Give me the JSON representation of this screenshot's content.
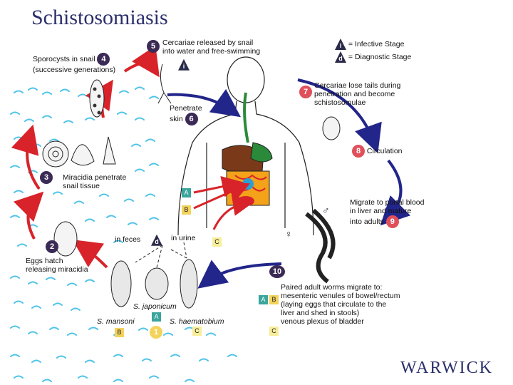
{
  "title": "Schistosomiasis",
  "legend": {
    "infective_symbol": "i",
    "infective": "= Infective Stage",
    "diagnostic_symbol": "d",
    "diagnostic": "= Diagnostic Stage"
  },
  "steps": {
    "s1": {
      "num": "1"
    },
    "s2": {
      "num": "2",
      "line1": "Eggs hatch",
      "line2": "releasing miracidia"
    },
    "s3": {
      "num": "3",
      "line1": "Miracidia penetrate",
      "line2": "snail tissue"
    },
    "s4": {
      "num": "4",
      "line1": "Sporocysts in snail",
      "line2": "(successive generations)"
    },
    "s5": {
      "num": "5",
      "line1": "Cercariae released by snail",
      "line2": "into water and free-swimming"
    },
    "s6": {
      "num": "6",
      "line1": "Penetrate",
      "line2": "skin"
    },
    "s7": {
      "num": "7",
      "line1": "Cercariae lose tails during",
      "line2": "penetration and become",
      "line3": "schistosomulae"
    },
    "s8": {
      "num": "8",
      "line1": "Circulation"
    },
    "s9": {
      "num": "9",
      "line1": "Migrate to portal blood",
      "line2": "in liver and mature",
      "line3": "into adults"
    },
    "s10": {
      "num": "10",
      "line1": "Paired adult worms migrate to:",
      "line2": "mesenteric venules of bowel/rectum",
      "line3": "(laying eggs that circulate to the",
      "line4": "liver and shed in stools)",
      "line5": "venous plexus of bladder"
    }
  },
  "eggs": {
    "in_feces": "in feces",
    "in_urine": "in urine",
    "mansoni": "S. mansoni",
    "japonicum": "S. japonicum",
    "haematobium": "S. haematobium"
  },
  "badges": {
    "a": "A",
    "b": "B",
    "c": "C",
    "i": "i",
    "d": "d"
  },
  "sex_symbols": {
    "male": "♂",
    "female": "♀"
  },
  "logo": "WARWICK",
  "colors": {
    "red_arrow": "#d8232a",
    "blue_arrow": "#22258a",
    "water": "#4fc3e8",
    "badge_a": "#3aa59c",
    "badge_b": "#f3d35a",
    "badge_c": "#f8ee9a",
    "red_circle": "#e0505a",
    "dark_circle": "#3a2a55"
  }
}
